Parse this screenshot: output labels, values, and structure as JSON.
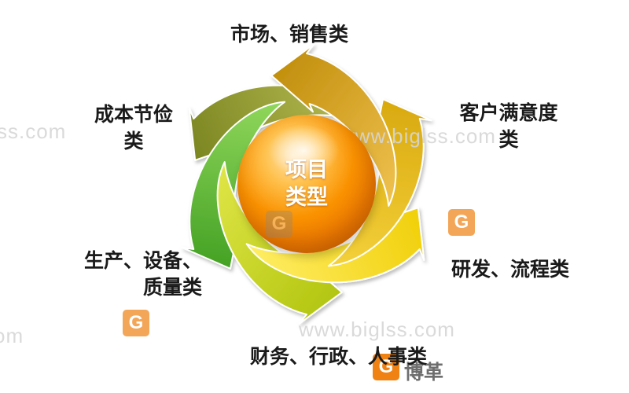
{
  "center_label": {
    "line1": "项目",
    "line2": "类型"
  },
  "categories": [
    {
      "name": "市场、销售类",
      "position": "top",
      "lines": [
        "市场、销售类"
      ],
      "arrow_color": "#a8a834"
    },
    {
      "name": "客户满意度类",
      "position": "top-right",
      "lines": [
        "客户满意度",
        "类"
      ],
      "arrow_color": "#e0ac1c"
    },
    {
      "name": "研发、流程类",
      "position": "right",
      "lines": [
        "研发、流程类"
      ],
      "arrow_color": "#f7d31e"
    },
    {
      "name": "财务、行政、人事类",
      "position": "bottom",
      "lines": [
        "财务、行政、人事类"
      ],
      "arrow_color": "#ffe400"
    },
    {
      "name": "生产、设备、质量类",
      "position": "bottom-left",
      "lines": [
        "生产、设备、",
        "质量类"
      ],
      "arrow_color": "#c3d31f"
    },
    {
      "name": "成本节俭类",
      "position": "top-left",
      "lines": [
        "成本节俭",
        "类"
      ],
      "arrow_color": "#5bb437"
    }
  ],
  "sphere": {
    "color_main": "#ef7c00",
    "color_highlight": "#ffe3ae",
    "text_color": "#ffffff"
  },
  "watermarks": {
    "url": "www.biglss.com",
    "url_partial_left": "ss.com",
    "url_partial_bottom": "om",
    "brand": "博革",
    "logo_letter": "G",
    "logo_color": "#ee7800"
  }
}
